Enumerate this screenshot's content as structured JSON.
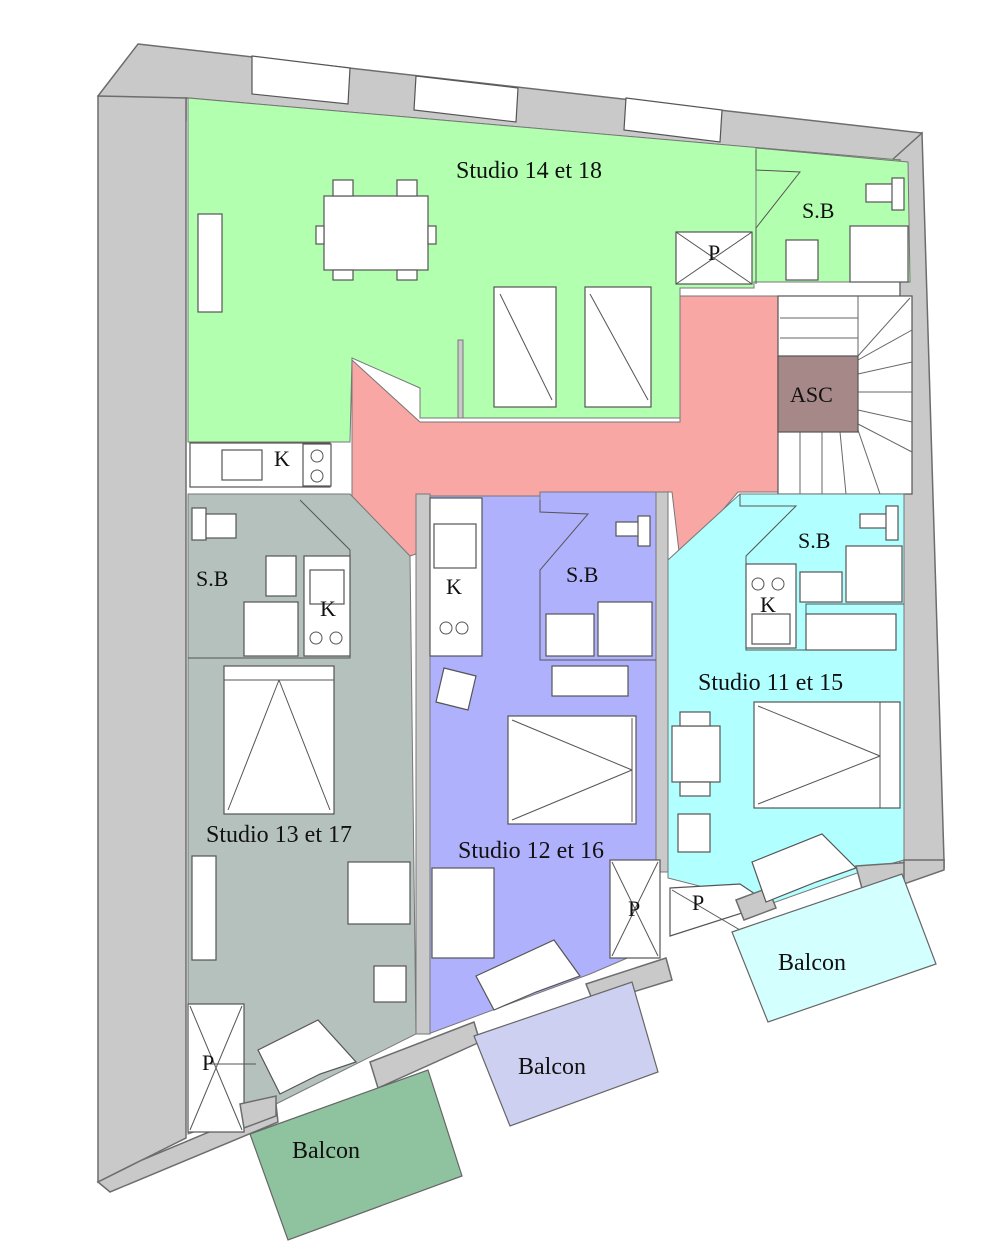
{
  "rooms": {
    "studio_14_18": "Studio 14 et 18",
    "studio_13_17": "Studio 13 et 17",
    "studio_12_16": "Studio 12 et 16",
    "studio_11_15": "Studio 11 et 15"
  },
  "labels": {
    "sb_top": "S.B",
    "sb_left": "S.B",
    "sb_middle": "S.B",
    "sb_right": "S.B",
    "k_top": "K",
    "k_left": "K",
    "k_middle": "K",
    "k_right": "K",
    "p_top": "P",
    "p_left": "P",
    "p_middle": "P",
    "p_right": "P",
    "asc": "ASC",
    "balcon_left": "Balcon",
    "balcon_middle": "Balcon",
    "balcon_right": "Balcon"
  },
  "colors": {
    "studio_14_18": "#b3ffb0",
    "studio_13_17": "#b5c1bd",
    "studio_12_16": "#b0b1fd",
    "studio_11_15": "#b2ffff",
    "corridor": "#f8a7a4",
    "asc": "#a58887",
    "balcon_left": "#8fc39f",
    "balcon_middle": "#cdd0f0",
    "balcon_right": "#d4ffff",
    "wall": "#c9c9c9"
  }
}
